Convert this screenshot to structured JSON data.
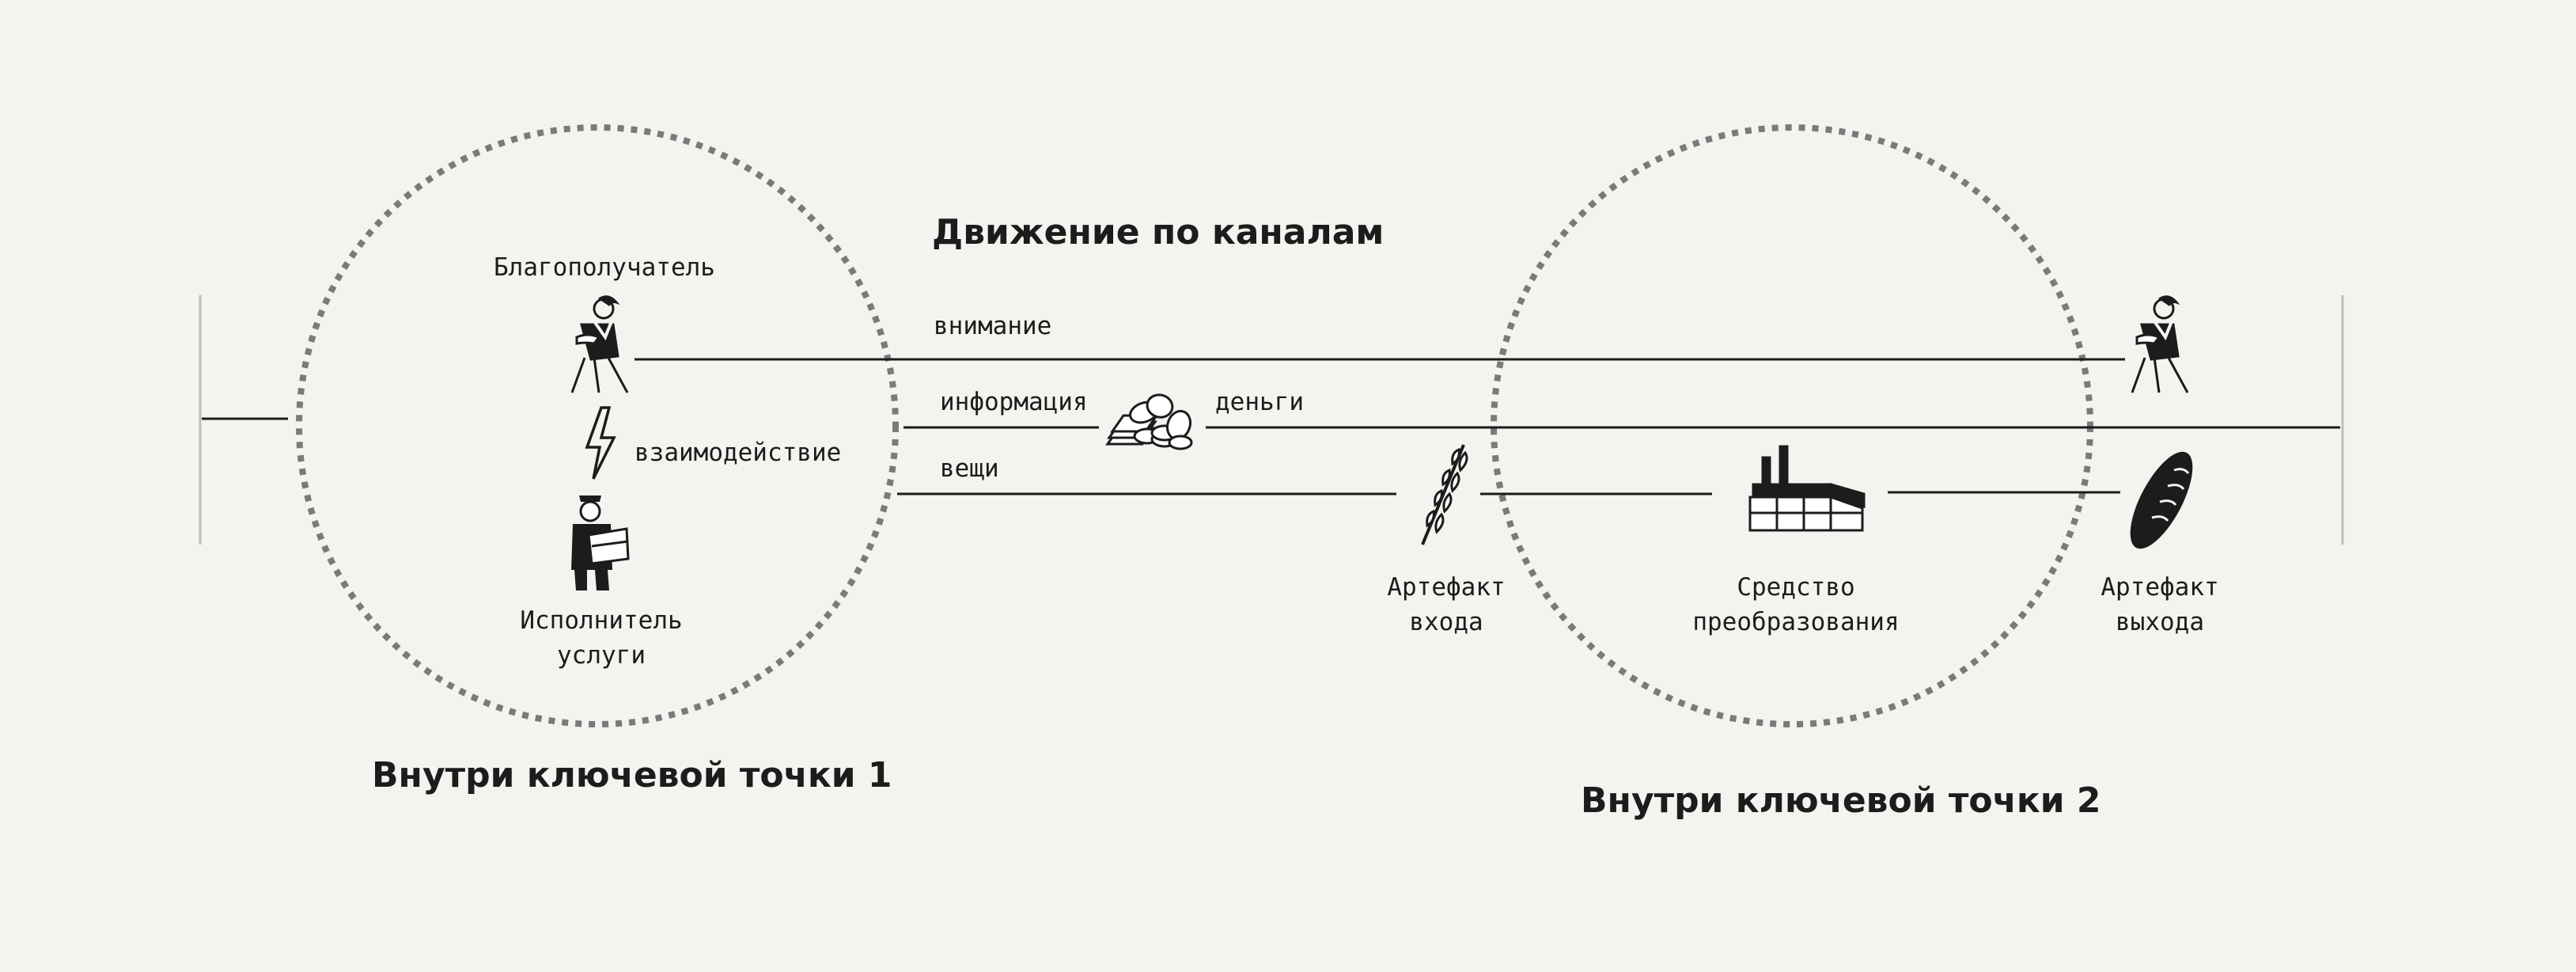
{
  "titles": {
    "channels": "Движение по каналам",
    "key_point_1": "Внутри ключевой точки 1",
    "key_point_2": "Внутри ключевой точки 2"
  },
  "channels": {
    "attention": "внимание",
    "information": "информация",
    "money": "деньги",
    "things": "вещи"
  },
  "key_point_1": {
    "beneficiary": "Благополучатель",
    "interaction": "взаимодействие",
    "provider_line1": "Исполнитель",
    "provider_line2": "услуги"
  },
  "key_point_2": {
    "input_line1": "Артефакт",
    "input_line2": "входа",
    "means_line1": "Средство",
    "means_line2": "преобразования",
    "output_line1": "Артефакт",
    "output_line2": "выхода"
  },
  "icons": {
    "beneficiary": "woman-figure-icon",
    "interaction": "lightning-bolt-icon",
    "provider": "courier-with-box-icon",
    "money": "coins-and-banknotes-icon",
    "input": "wheat-ear-icon",
    "means": "factory-icon",
    "output": "bread-loaf-icon"
  },
  "colors": {
    "background": "#f4f3ef",
    "ink": "#1c1c1c",
    "dotted_circle": "#7a7a7a",
    "boundary": "#bdbdbd"
  }
}
